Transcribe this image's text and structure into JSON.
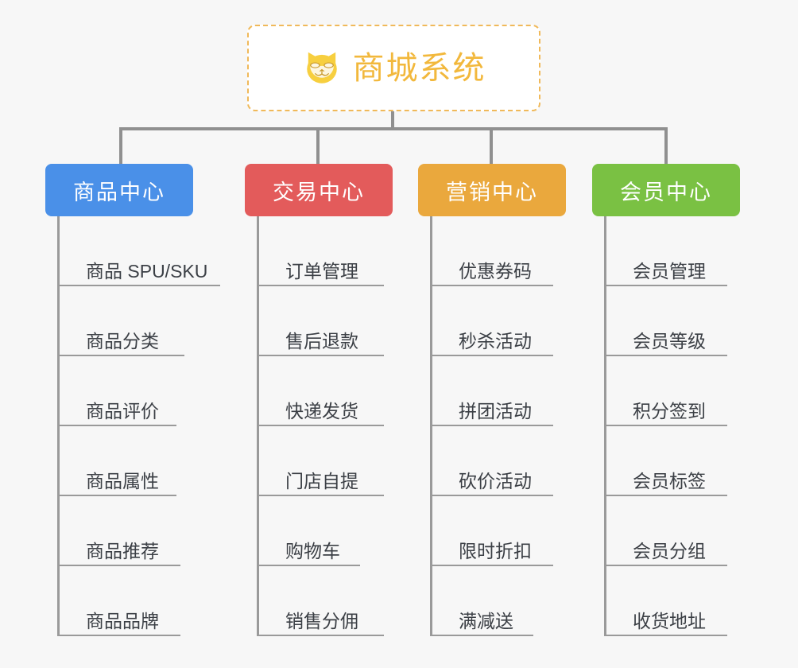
{
  "page": {
    "background_color": "#f7f7f7",
    "type": "org-chart-diagram"
  },
  "root": {
    "icon": "dog-face-icon",
    "title": "商城系统",
    "title_color": "#f2b83c",
    "border_color": "#f0b95a",
    "fill_color": "#ffffff"
  },
  "connector": {
    "color": "#909090"
  },
  "columns": [
    {
      "header": "商品中心",
      "color": "#4a90e8",
      "items": [
        "商品 SPU/SKU",
        "商品分类",
        "商品评价",
        "商品属性",
        "商品推荐",
        "商品品牌"
      ]
    },
    {
      "header": "交易中心",
      "color": "#e35b5b",
      "items": [
        "订单管理",
        "售后退款",
        "快递发货",
        "门店自提",
        "购物车",
        "销售分佣"
      ]
    },
    {
      "header": "营销中心",
      "color": "#eaa83d",
      "items": [
        "优惠券码",
        "秒杀活动",
        "拼团活动",
        "砍价活动",
        "限时折扣",
        "满减送"
      ]
    },
    {
      "header": "会员中心",
      "color": "#7ac143",
      "items": [
        "会员管理",
        "会员等级",
        "积分签到",
        "会员标签",
        "会员分组",
        "收货地址"
      ]
    }
  ]
}
